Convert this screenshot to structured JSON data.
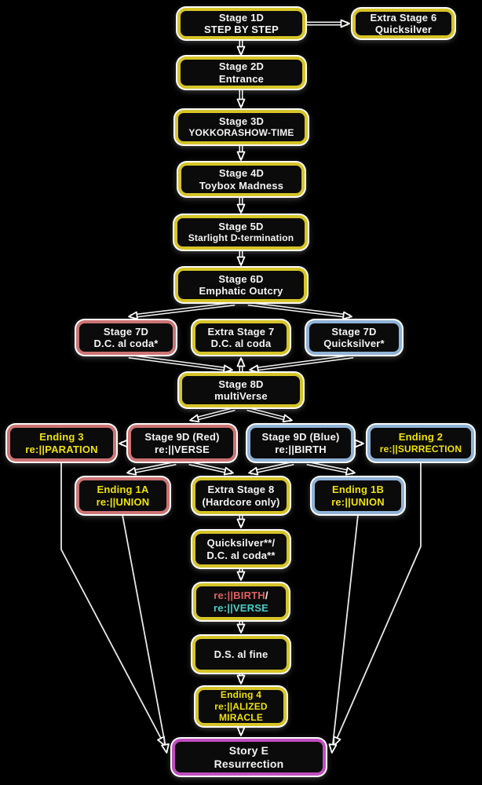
{
  "colors": {
    "background": "#000000",
    "border_yellow": "#d6c428",
    "border_red": "#cd7474",
    "border_blue": "#8fb3d6",
    "border_magenta": "#c04ec0",
    "outline_white": "#fbfbfb",
    "text_white": "#f4f4f4",
    "text_yellow": "#f0e10a",
    "text_red": "#e06060",
    "text_cyan": "#45cec6"
  },
  "nodes": {
    "stage1d": {
      "line1": "Stage 1D",
      "line2": "STEP BY STEP"
    },
    "extra6": {
      "line1": "Extra Stage 6",
      "line2": "Quicksilver"
    },
    "stage2d": {
      "line1": "Stage 2D",
      "line2": "Entrance"
    },
    "stage3d": {
      "line1": "Stage 3D",
      "line2": "YOKKORASHOW-TIME"
    },
    "stage4d": {
      "line1": "Stage 4D",
      "line2": "Toybox Madness"
    },
    "stage5d": {
      "line1": "Stage 5D",
      "line2": "Starlight D-termination"
    },
    "stage6d": {
      "line1": "Stage 6D",
      "line2": "Emphatic Outcry"
    },
    "stage7dRed": {
      "line1": "Stage 7D",
      "line2": "D.C. al coda*"
    },
    "extra7": {
      "line1": "Extra Stage 7",
      "line2": "D.C. al coda"
    },
    "stage7dBlue": {
      "line1": "Stage 7D",
      "line2": "Quicksilver*"
    },
    "stage8d": {
      "line1": "Stage 8D",
      "line2": "multiVerse"
    },
    "ending3": {
      "line1": "Ending 3",
      "line2": "re:||PARATION"
    },
    "stage9dRed": {
      "line1": "Stage 9D (Red)",
      "line2": "re:||VERSE"
    },
    "stage9dBlue": {
      "line1": "Stage 9D (Blue)",
      "line2": "re:||BIRTH"
    },
    "ending2": {
      "line1": "Ending 2",
      "line2": "re:||SURRECTION"
    },
    "ending1a": {
      "line1": "Ending 1A",
      "line2": "re:||UNION"
    },
    "extra8": {
      "line1": "Extra Stage 8",
      "line2": "(Hardcore only)"
    },
    "ending1b": {
      "line1": "Ending 1B",
      "line2": "re:||UNION"
    },
    "quicksilver": {
      "line1": "Quicksilver**/",
      "line2": "D.C. al coda**"
    },
    "rebirthReverse": {
      "line1_red": "re:||BIRTH",
      "line1_white": "/",
      "line2_cyan": "re:||VERSE"
    },
    "dsAlFine": {
      "line1": "D.S. al fine"
    },
    "ending4": {
      "line1": "Ending 4",
      "line2": "re:||ALIZED",
      "line3": "MIRACLE"
    },
    "storyE": {
      "line1": "Story E",
      "line2": "Resurrection"
    }
  },
  "edges": [
    "stage1d->extra6",
    "stage1d->stage2d",
    "stage2d->stage3d",
    "stage3d->stage4d",
    "stage4d->stage5d",
    "stage5d->stage6d",
    "stage6d->stage7dRed",
    "stage6d->stage7dBlue",
    "stage7dRed->stage8d",
    "stage7dBlue->stage8d",
    "stage8d->extra7",
    "stage8d->stage9dRed",
    "stage8d->stage9dBlue",
    "stage9dRed->ending3",
    "stage9dBlue->ending2",
    "stage9dRed->ending1a",
    "stage9dRed->extra8",
    "stage9dBlue->extra8",
    "stage9dBlue->ending1b",
    "extra8->quicksilver",
    "quicksilver->rebirthReverse",
    "rebirthReverse->dsAlFine",
    "dsAlFine->ending4",
    "ending4->storyE",
    "ending3->storyE",
    "ending1a->storyE",
    "ending2->storyE",
    "ending1b->storyE"
  ]
}
